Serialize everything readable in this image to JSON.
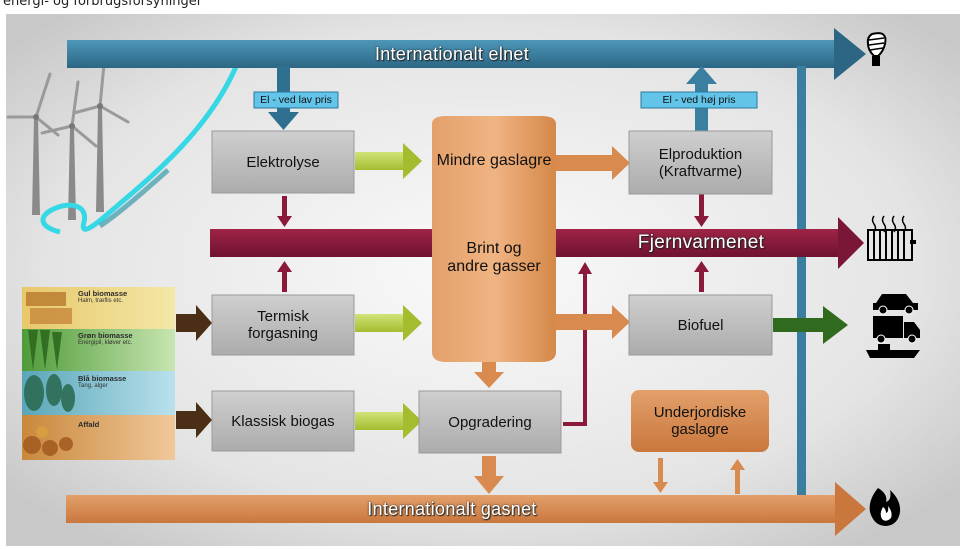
{
  "caption": "energi- og forbrugsforsyninger",
  "bands": {
    "elnet": "Internationalt elnet",
    "fjernvarme": "Fjernvarmenet",
    "gasnet": "Internationalt gasnet"
  },
  "price_tags": {
    "low": "El - ved lav pris",
    "high": "El - ved høj pris"
  },
  "boxes": {
    "elektrolyse": "Elektrolyse",
    "gaslager_top": "Mindre gaslagre",
    "gaslager_mid": "Brint og\nandre gasser",
    "elproduktion": "Elproduktion\n(Kraftvarme)",
    "termisk": "Termisk\nforgasning",
    "biofuel": "Biofuel",
    "biogas": "Klassisk biogas",
    "opgradering": "Opgradering",
    "underjordiske": "Underjordiske\ngaslagre"
  },
  "biomass": [
    {
      "title": "Gul biomasse",
      "sub": "Halm, træflis etc."
    },
    {
      "title": "Grøn biomasse",
      "sub": "Energipil, kløver etc."
    },
    {
      "title": "Blå biomasse",
      "sub": "Tang, alger"
    },
    {
      "title": "Affald",
      "sub": ""
    }
  ],
  "icons": [
    "wind-turbine-icon",
    "light-bulb-icon",
    "radiator-icon",
    "car-icon",
    "truck-icon",
    "ship-icon",
    "flame-icon"
  ],
  "colors": {
    "blue": "#3a7fa0",
    "maroon": "#8b1a3a",
    "orange": "#d98a4f",
    "green_arrow": "#b9d24a",
    "dark_green": "#2f6a1e",
    "brown": "#4a2f16",
    "cyan_cable": "#36d8e6",
    "gray_box": "#bfbfbf"
  }
}
